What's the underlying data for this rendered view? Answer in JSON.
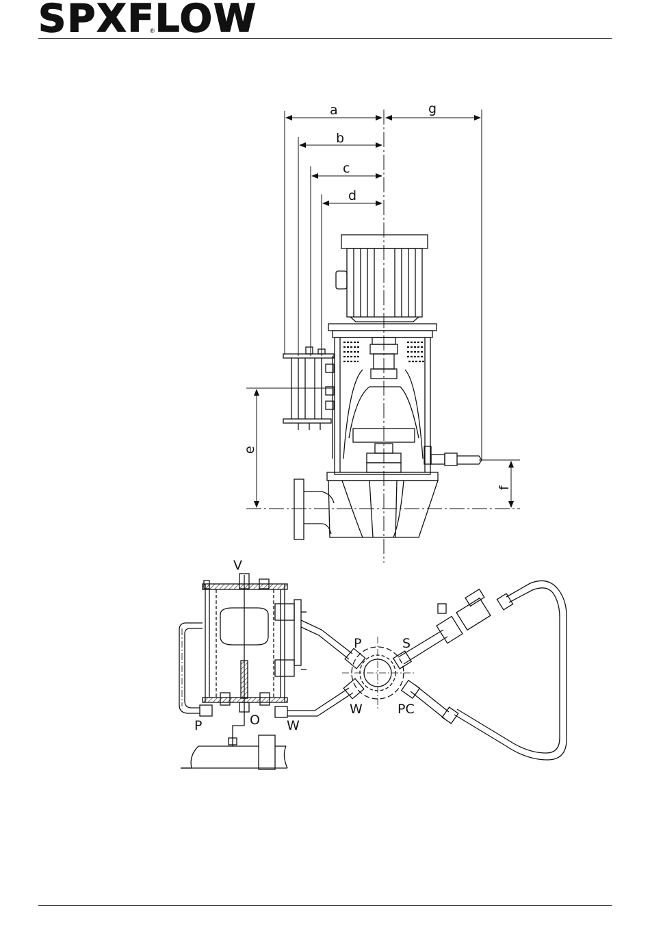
{
  "brand": {
    "name": "SPXFLOW",
    "registered_mark": "®"
  },
  "upper_view": {
    "dimensions": [
      {
        "id": "a",
        "label": "a"
      },
      {
        "id": "b",
        "label": "b"
      },
      {
        "id": "c",
        "label": "c"
      },
      {
        "id": "d",
        "label": "d"
      },
      {
        "id": "g",
        "label": "g"
      },
      {
        "id": "e",
        "label": "e"
      },
      {
        "id": "f",
        "label": "f"
      }
    ]
  },
  "lower_view": {
    "connections": [
      {
        "id": "V",
        "label": "V"
      },
      {
        "id": "P_left",
        "label": "P"
      },
      {
        "id": "O",
        "label": "O"
      },
      {
        "id": "W_left",
        "label": "W"
      },
      {
        "id": "P_right",
        "label": "P"
      },
      {
        "id": "S",
        "label": "S"
      },
      {
        "id": "W_right",
        "label": "W"
      },
      {
        "id": "PC",
        "label": "PC"
      }
    ]
  },
  "colors": {
    "ink": "#111111",
    "hatch": "#333333",
    "background": "#ffffff"
  }
}
